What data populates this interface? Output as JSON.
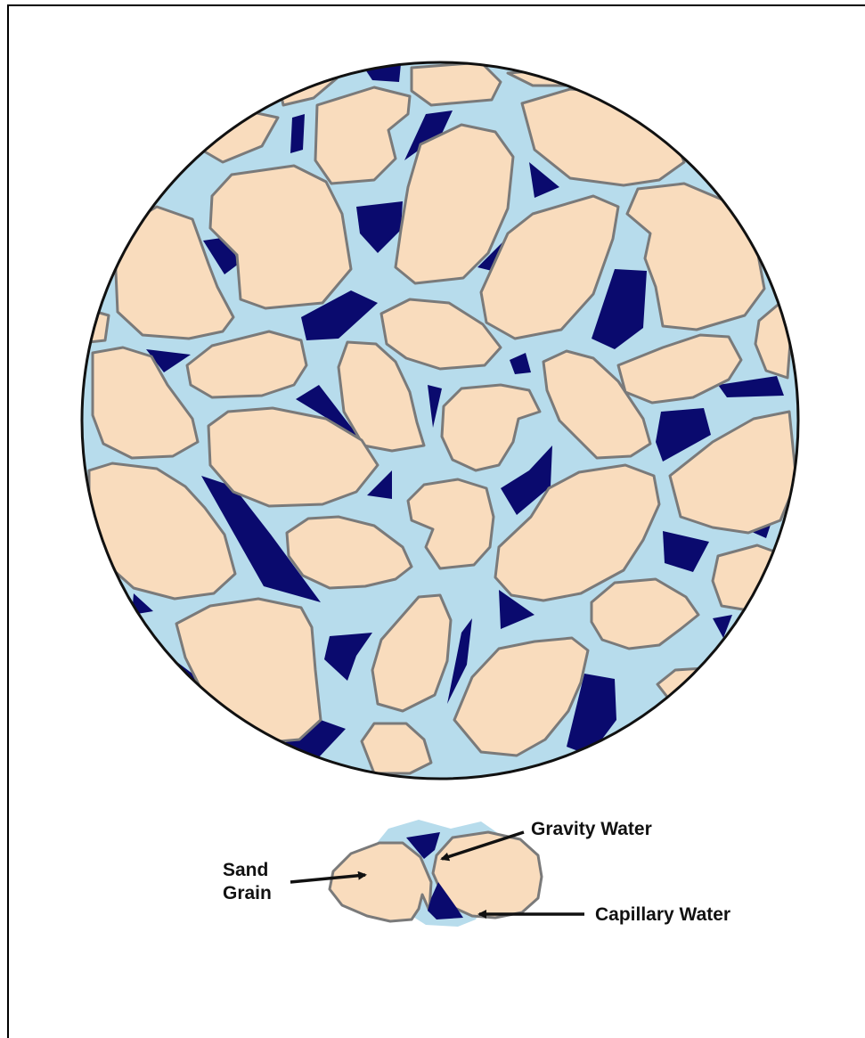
{
  "labels": {
    "gravity_water": "Gravity Water",
    "sand_grain_line1": "Sand",
    "sand_grain_line2": "Grain",
    "capillary_water": "Capillary Water"
  },
  "colors": {
    "sand_grain": "#f9dcbd",
    "grain_outline": "#7a7a7a",
    "capillary_water": "#b7dcec",
    "gravity_water": "#0a0a6e",
    "circle_outline": "#000000"
  }
}
